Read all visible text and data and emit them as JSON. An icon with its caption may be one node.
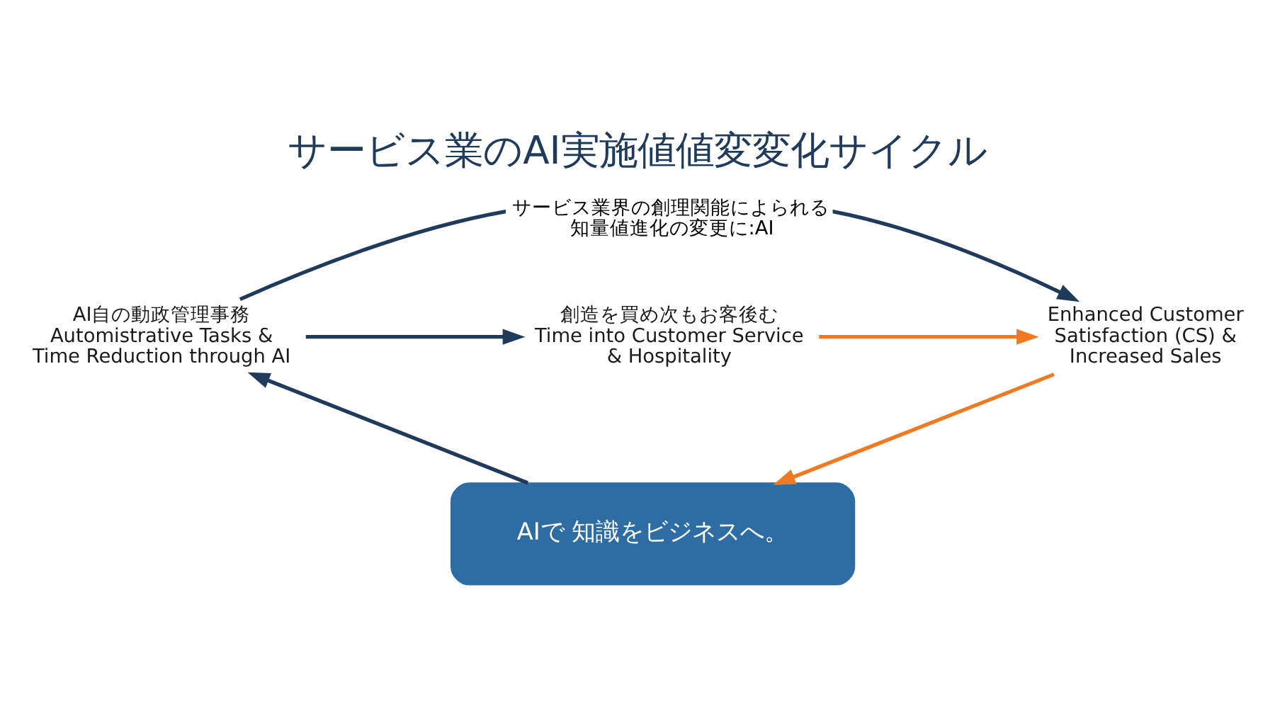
{
  "diagram": {
    "title": "サービス業のAI実施値値変変化サイクル",
    "nodes": [
      {
        "text": [
          "AI自の動政管理事務",
          "Automistrative Tasks & Time Reduction through AI"
        ]
      },
      {
        "text": [
          "創造を買め次もお客後む",
          "Time into Customer Service & Hospitality"
        ]
      },
      {
        "text": [
          "Enhanced Customer Satisfaction (CS) & Increased Sales"
        ]
      },
      {
        "text": [
          "AIで 知識をビジネスへ。"
        ]
      }
    ],
    "edges": [
      {
        "from": 0,
        "to": 1,
        "arrow": "to"
      },
      {
        "from": 1,
        "to": 2,
        "arrow": "to",
        "color": "#f07a22"
      },
      {
        "from": 0,
        "to": 2,
        "arrow": "to",
        "label": "サービス業界の創理関能によられる知量値進化の変更に:AI"
      },
      {
        "from": 2,
        "to": 3,
        "arrow": "to",
        "color": "#f07a22"
      },
      {
        "from": 3,
        "to": 0,
        "arrow": "to"
      }
    ]
  }
}
